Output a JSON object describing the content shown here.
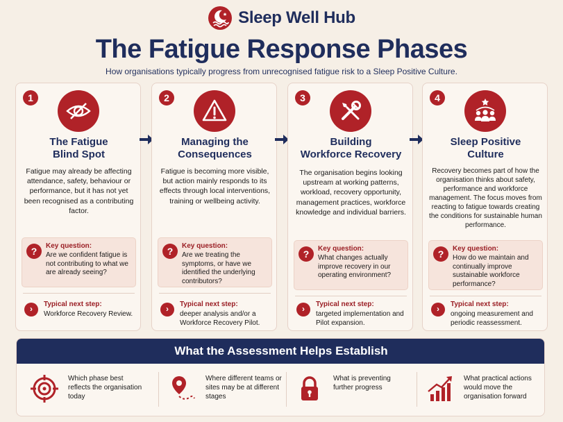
{
  "brand": {
    "name": "Sleep Well Hub"
  },
  "header": {
    "title": "The Fatigue Response Phases",
    "subtitle": "How organisations typically progress from unrecognised fatigue risk to a Sleep Positive Culture."
  },
  "phases": [
    {
      "number": "1",
      "icon": "eye-slash-icon",
      "title_line1": "The Fatigue",
      "title_line2": "Blind Spot",
      "body": "Fatigue may already be affecting attendance, safety, behaviour or performance, but it has not yet been recognised as a contributing factor.",
      "key_question_label": "Key question:",
      "key_question": "Are we confident fatigue is not contributing to what we are already seeing?",
      "next_step_label": "Typical next step:",
      "next_step": "Workforce Recovery Review."
    },
    {
      "number": "2",
      "icon": "warning-triangle-icon",
      "title_line1": "Managing the",
      "title_line2": "Consequences",
      "body": "Fatigue is becoming more visible, but action mainly responds to its effects through local interventions, training or wellbeing activity.",
      "key_question_label": "Key question:",
      "key_question": "Are we treating the symptoms, or have we identified the underlying contributors?",
      "next_step_label": "Typical next step:",
      "next_step": "deeper analysis and/or a Workforce Recovery Pilot."
    },
    {
      "number": "3",
      "icon": "tools-icon",
      "title_line1": "Building",
      "title_line2": "Workforce Recovery",
      "body": "The organisation begins looking upstream at working patterns, workload, recovery opportunity, management practices, workforce knowledge and individual barriers.",
      "key_question_label": "Key question:",
      "key_question": "What changes actually improve recovery in our operating environment?",
      "next_step_label": "Typical next step:",
      "next_step": "targeted implementation and Pilot expansion."
    },
    {
      "number": "4",
      "icon": "team-star-icon",
      "title_line1": "Sleep Positive",
      "title_line2": "Culture",
      "body": "Recovery becomes part of how the organisation thinks about safety, performance and workforce management. The focus moves from reacting to fatigue towards creating the conditions for sustainable human performance.",
      "key_question_label": "Key question:",
      "key_question": "How do we maintain and continually improve sustainable workforce performance?",
      "next_step_label": "Typical next step:",
      "next_step": "ongoing measurement and periodic reassessment."
    }
  ],
  "assessment": {
    "title": "What the Assessment Helps Establish",
    "items": [
      {
        "icon": "target-icon",
        "text": "Which phase best reflects the organisation today"
      },
      {
        "icon": "map-pin-route-icon",
        "text": "Where different teams or sites may be at different stages"
      },
      {
        "icon": "padlock-icon",
        "text": "What is preventing further progress"
      },
      {
        "icon": "growth-chart-icon",
        "text": "What practical actions would move the organisation forward"
      }
    ]
  },
  "colors": {
    "navy": "#1f2d5c",
    "red": "#b02228",
    "background": "#f6efe6"
  }
}
